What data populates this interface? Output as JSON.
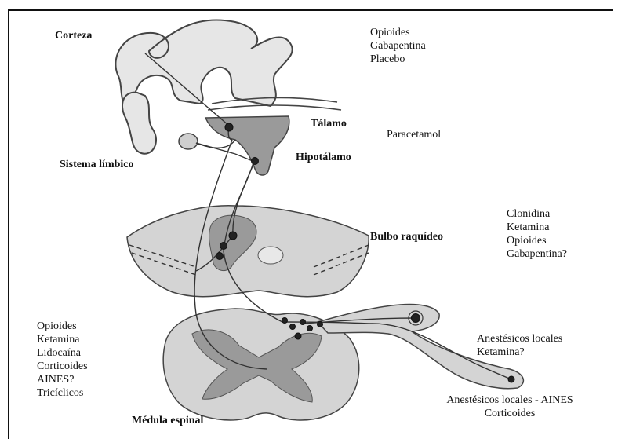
{
  "regions": {
    "corteza": "Corteza",
    "talamo": "Tálamo",
    "sistema_limbico": "Sistema límbico",
    "hipotalamo": "Hipotálamo",
    "bulbo": "Bulbo raquídeo",
    "medula": "Médula espinal"
  },
  "drugs": {
    "cortex": [
      "Opioides",
      "Gabapentina",
      "Placebo"
    ],
    "thalamus": [
      "Paracetamol"
    ],
    "bulbo": [
      "Clonidina",
      "Ketamina",
      "Opioides",
      "Gabapentina?"
    ],
    "spinal": [
      "Opioides",
      "Ketamina",
      "Lidocaína",
      "Corticoides",
      "AINES?",
      "Tricíclicos"
    ],
    "ganglion": [
      "Anestésicos locales",
      "Ketamina?"
    ],
    "periphery": [
      "Anestésicos locales - AINES",
      "Corticoides"
    ]
  },
  "colors": {
    "outline": "#444444",
    "gray_matter": "#9a9a9a",
    "tissue": "#d4d4d4",
    "nerve_dot": "#222222"
  }
}
